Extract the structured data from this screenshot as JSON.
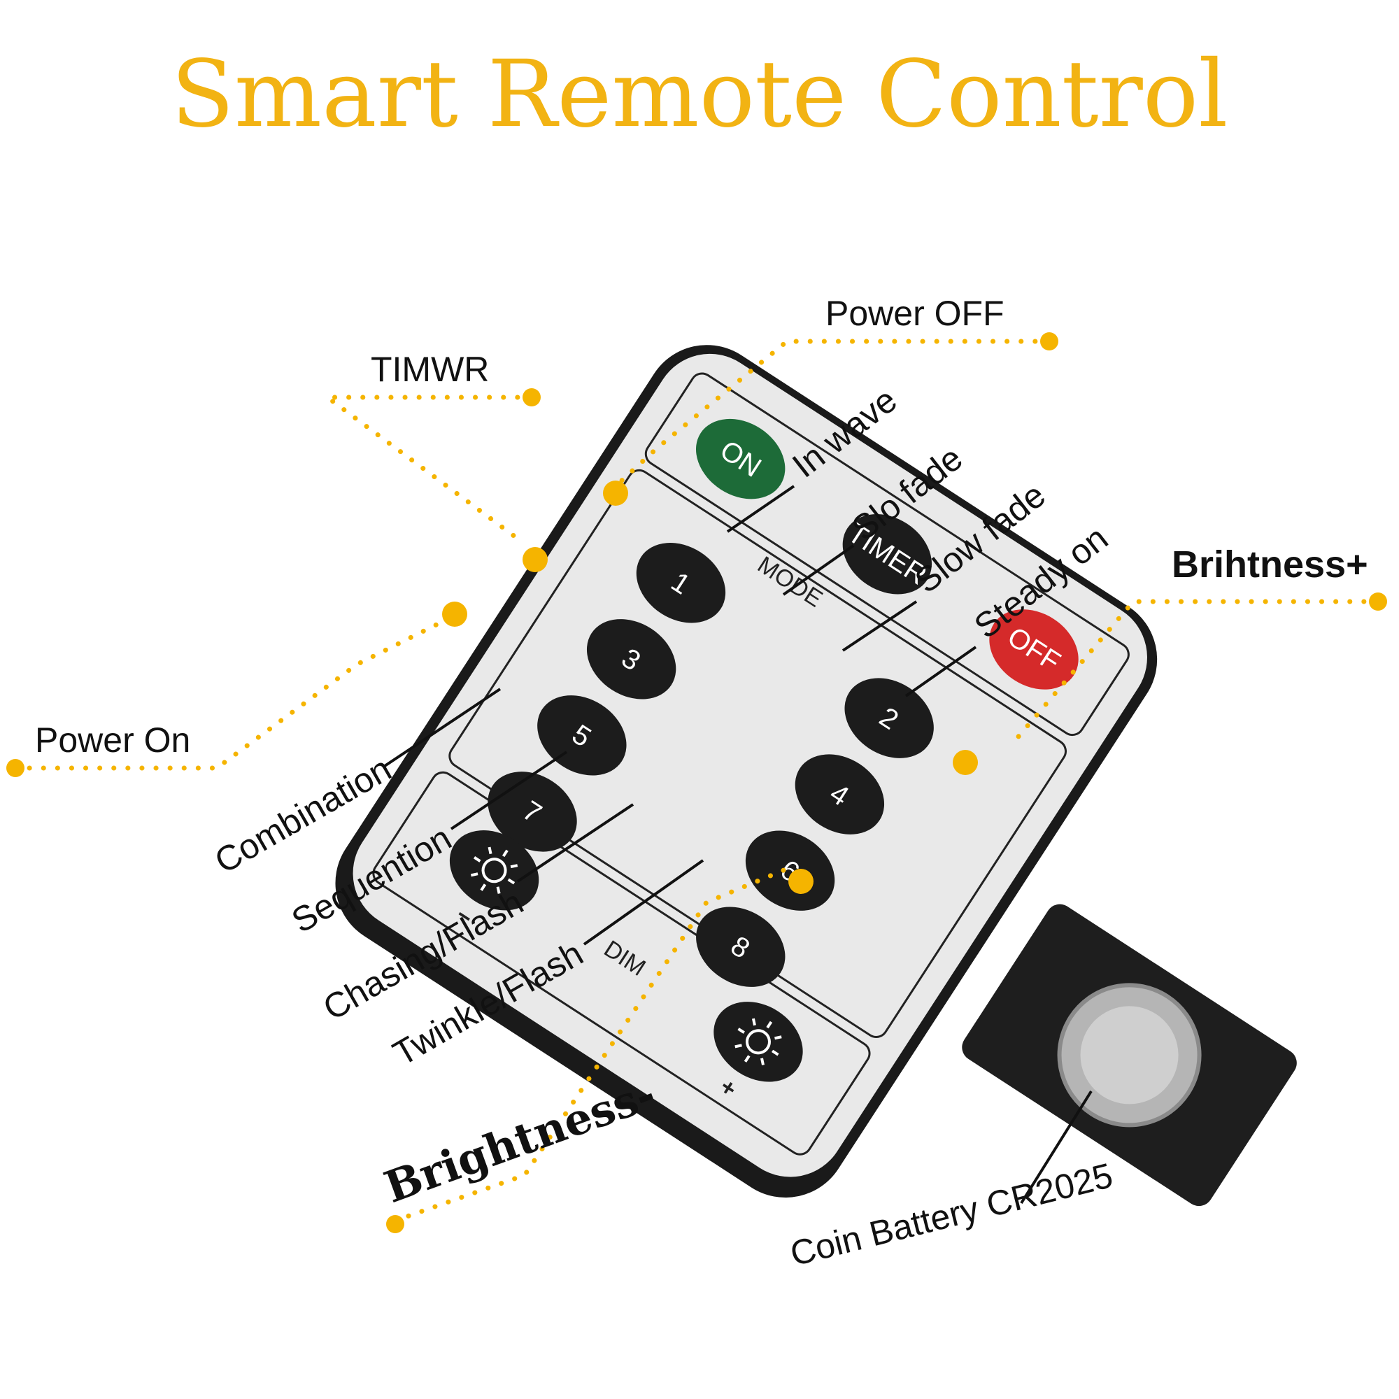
{
  "title": "Smart Remote Control",
  "colors": {
    "accent": "#f5b400",
    "title": "#f2b313",
    "remote_body": "#e9e9e9",
    "remote_rim": "#1a1a1a",
    "button_dark": "#1c1c1c",
    "button_on": "#1d6b38",
    "button_off": "#d52a2a"
  },
  "callouts": {
    "power_off": "Power OFF",
    "timer": "TIMWR",
    "power_on": "Power On",
    "brightness_plus": "Brihtness+",
    "brightness_minus": "Brightness-",
    "battery": "Coin Battery CR2025"
  },
  "mode_labels": {
    "in_wave": "In wave",
    "slo_fade": "Slo fade",
    "slow_fade": "Slow fade",
    "steady_on": "Steady on",
    "combination": "Combination",
    "sequention": "Sequention",
    "chasing_flash": "Chasing/Flash",
    "twinkle_flash": "Twinkle/Flash"
  },
  "remote": {
    "mode_label": "MODE",
    "dim_label": "DIM",
    "timer_button": "TIMER",
    "off_button": "OFF",
    "on_button": "ON",
    "plus": "+",
    "minus": "−",
    "buttons": [
      "1",
      "2",
      "3",
      "4",
      "5",
      "6",
      "7",
      "8"
    ],
    "sun_icon": "sun-icon"
  }
}
